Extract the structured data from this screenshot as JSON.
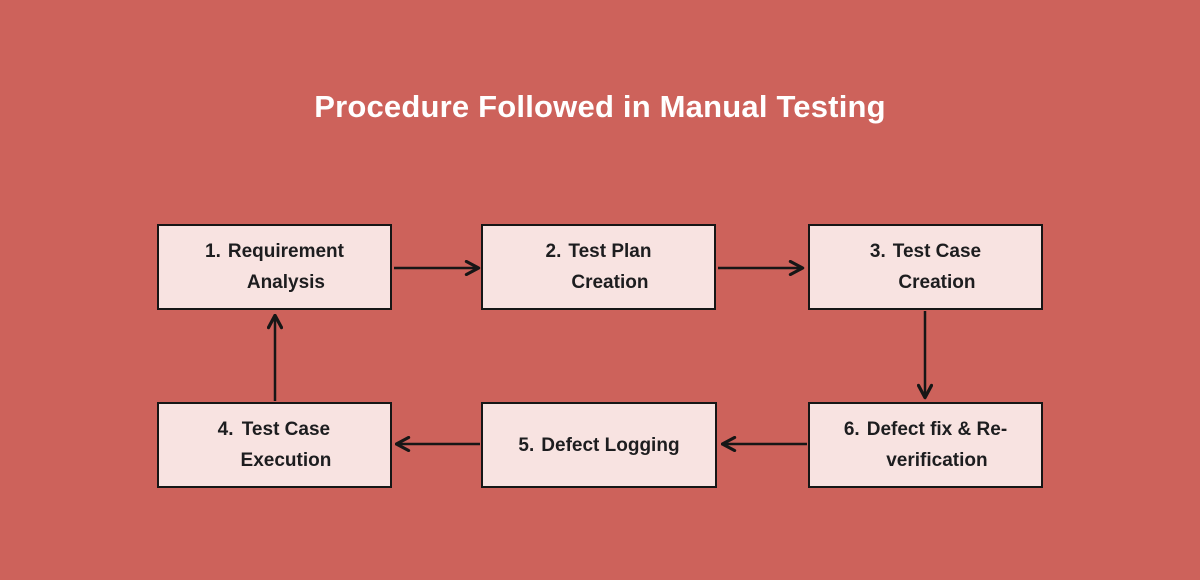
{
  "title": "Procedure Followed in Manual Testing",
  "flow": {
    "nodes": [
      {
        "id": "1",
        "num": "1.",
        "lines": [
          "Requirement",
          "Analysis"
        ]
      },
      {
        "id": "2",
        "num": "2.",
        "lines": [
          "Test Plan",
          "Creation"
        ]
      },
      {
        "id": "3",
        "num": "3.",
        "lines": [
          "Test Case",
          "Creation"
        ]
      },
      {
        "id": "4",
        "num": "4.",
        "lines": [
          "Test Case",
          "Execution"
        ]
      },
      {
        "id": "5",
        "num": "5.",
        "lines": [
          "Defect Logging"
        ]
      },
      {
        "id": "6",
        "num": "6.",
        "lines": [
          "Defect fix & Re-",
          "verification"
        ]
      }
    ],
    "edges": [
      {
        "from": "1",
        "to": "2"
      },
      {
        "from": "2",
        "to": "3"
      },
      {
        "from": "3",
        "to": "6"
      },
      {
        "from": "6",
        "to": "5"
      },
      {
        "from": "5",
        "to": "4"
      },
      {
        "from": "4",
        "to": "1"
      }
    ]
  },
  "colors": {
    "background": "#cd625b",
    "node_fill": "#f8e3e1",
    "node_border": "#161616",
    "node_text": "#1d1d1f",
    "title_text": "#ffffff",
    "arrow": "#161616"
  }
}
